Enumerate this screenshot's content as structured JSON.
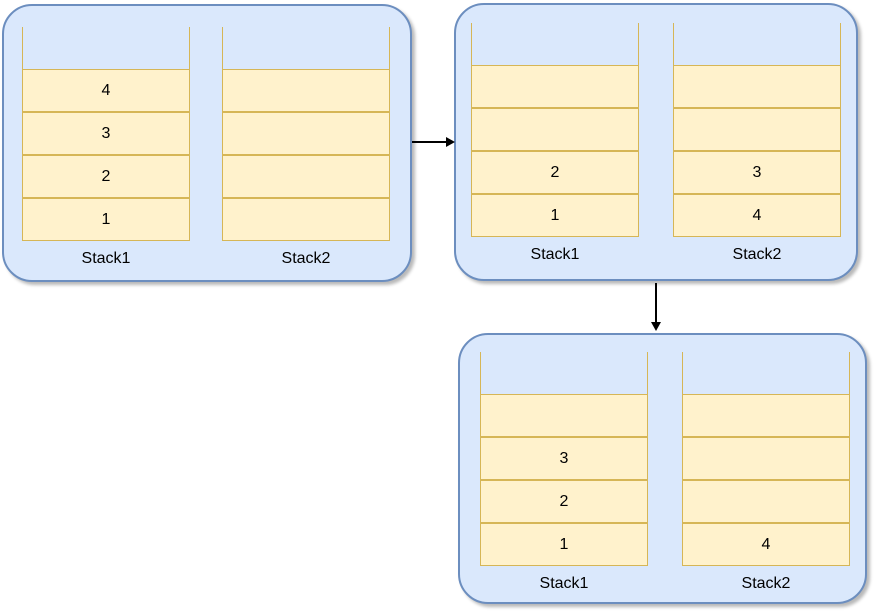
{
  "diagram": {
    "type": "two-stack state diagram",
    "colors": {
      "panel_fill": "#dae8fc",
      "panel_border": "#6c8ebf",
      "cell_fill": "#fff2cc",
      "cell_border": "#d6b656",
      "arrow": "#000000",
      "text": "#000000",
      "background": "#ffffff"
    },
    "panels": [
      {
        "name": "state-1",
        "stacks": [
          {
            "label": "Stack1",
            "cells": [
              "4",
              "3",
              "2",
              "1"
            ]
          },
          {
            "label": "Stack2",
            "cells": [
              "",
              "",
              "",
              ""
            ]
          }
        ]
      },
      {
        "name": "state-2",
        "stacks": [
          {
            "label": "Stack1",
            "cells": [
              "",
              "",
              "2",
              "1"
            ]
          },
          {
            "label": "Stack2",
            "cells": [
              "",
              "",
              "3",
              "4"
            ]
          }
        ]
      },
      {
        "name": "state-3",
        "stacks": [
          {
            "label": "Stack1",
            "cells": [
              "",
              "3",
              "2",
              "1"
            ]
          },
          {
            "label": "Stack2",
            "cells": [
              "",
              "",
              "",
              "4"
            ]
          }
        ]
      }
    ],
    "arrows": [
      {
        "from": "state-1",
        "to": "state-2",
        "direction": "right"
      },
      {
        "from": "state-2",
        "to": "state-3",
        "direction": "down"
      }
    ]
  }
}
